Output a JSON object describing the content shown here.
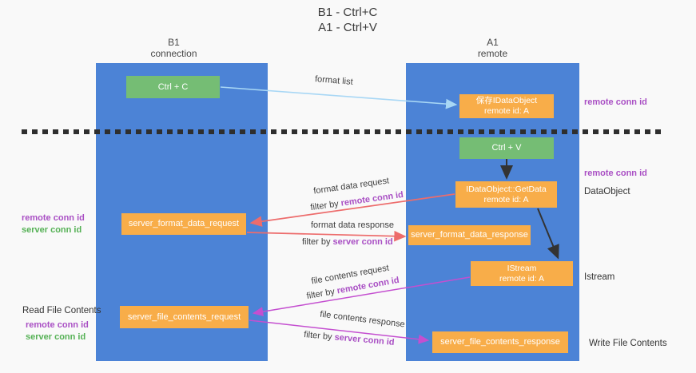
{
  "title": {
    "line1": "B1 - Ctrl+C",
    "line2": "A1 - Ctrl+V"
  },
  "lanes": {
    "left": {
      "title": "B1",
      "subtitle": "connection"
    },
    "right": {
      "title": "A1",
      "subtitle": "remote"
    }
  },
  "nodes": {
    "ctrl_c": {
      "label": "Ctrl + C"
    },
    "ctrl_v": {
      "label": "Ctrl + V"
    },
    "save_dataobject": {
      "line1": "保存IDataObject",
      "line2": "remote id: A"
    },
    "getdata": {
      "line1": "IDataObject::GetData",
      "line2": "remote id: A"
    },
    "istream": {
      "line1": "IStream",
      "line2": "remote id: A"
    },
    "format_request": {
      "label": "server_format_data_request"
    },
    "format_response": {
      "label": "server_format_data_response"
    },
    "file_request": {
      "label": "server_file_contents_request"
    },
    "file_response": {
      "label": "server_file_contents_response"
    }
  },
  "edges": {
    "format_list": {
      "label": "format list"
    },
    "format_data_request": {
      "label": "format data request",
      "filter_prefix": "filter by ",
      "filter_key": "remote conn id"
    },
    "format_data_response": {
      "label": "format data response",
      "filter_prefix": "filter by ",
      "filter_key": "server conn id"
    },
    "file_contents_request": {
      "label": "file contents request",
      "filter_prefix": "filter by ",
      "filter_key": "remote conn id"
    },
    "file_contents_response": {
      "label": "file contents response",
      "filter_prefix": "filter by ",
      "filter_key": "server conn id"
    }
  },
  "side_labels": {
    "top_right_remote_conn_id": "remote conn id",
    "mid_right_remote_conn_id": "remote conn id",
    "dataobject": "DataObject",
    "istream": "Istream",
    "write_file_contents": "Write File Contents",
    "read_file_contents": "Read File Contents",
    "mid_left": {
      "remote": "remote conn id",
      "server": "server conn id"
    },
    "bottom_left": {
      "remote": "remote conn id",
      "server": "server conn id"
    }
  },
  "colors": {
    "lane_fill": "#4c83d6",
    "node_orange": "#f8ad49",
    "node_green": "#75bd74",
    "arrow_blue": "#a8d7f5",
    "arrow_red": "#ed6c6c",
    "arrow_magenta": "#c44fd0",
    "arrow_black": "#333333",
    "label_purple": "#a94fc4",
    "label_green": "#55b155",
    "background": "#f9f9f9",
    "dashed_divider": "#2e2e2e"
  }
}
